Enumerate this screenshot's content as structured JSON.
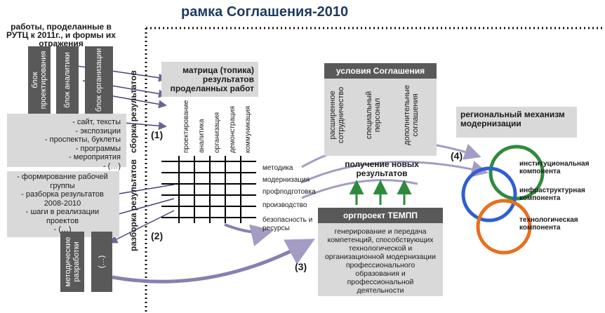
{
  "title": "рамка Соглашения-2010",
  "top_note": "работы, проделанные в РУТЦ к 2011г., и формы их отражения",
  "blocks": [
    "блок проектирования",
    "блок аналитики",
    "блок организации"
  ],
  "list1": [
    "- сайт, тексты",
    "- экспозиции",
    "- проспекты, буклеты",
    "- программы",
    "- мероприятия",
    "- (…)"
  ],
  "list2": [
    "- формирование рабочей группы",
    "- разборка результатов 2008-2010",
    "- шаги в реализации проектов",
    "- (…)"
  ],
  "bottom_blocks": [
    "методические разработки",
    "(…)"
  ],
  "collect_label": "сборка результатов",
  "parse_label": "разборка результатов",
  "matrix_title": "матрица (топика) результатов проделанных работ",
  "matrix_columns": [
    "проектирование",
    "аналитика",
    "организация",
    "демонстрация",
    "коммуникация"
  ],
  "matrix_rows": [
    "методика",
    "модернизация",
    "профподготовка",
    "производство",
    "безопасность и ресурсы"
  ],
  "numbers": [
    "(1)",
    "(2)",
    "(3)",
    "(4)"
  ],
  "conditions_title": "условия Соглашения",
  "conditions": [
    "расширенное сотрудничество",
    "специальный персонал",
    "дополнительные соглашения"
  ],
  "new_results": "получение новых результатов",
  "temp_title": "оргпроект ТЕМПП",
  "temp_text": "генерирование и передача компетенций, способствующих технологической и организационной модернизации профессионального образования и профессиональной деятельности",
  "regional_title": "региональный механизм модернизации",
  "components": [
    "институциональная компонента",
    "инфраструктурная компонента",
    "технологическая компонента"
  ],
  "colors": {
    "green": "#2e8b3c",
    "blue": "#2f5fd0",
    "orange": "#e86f1c",
    "dark": "#595959",
    "light": "#d9d9d9",
    "arrow": "#8a7fb0"
  }
}
